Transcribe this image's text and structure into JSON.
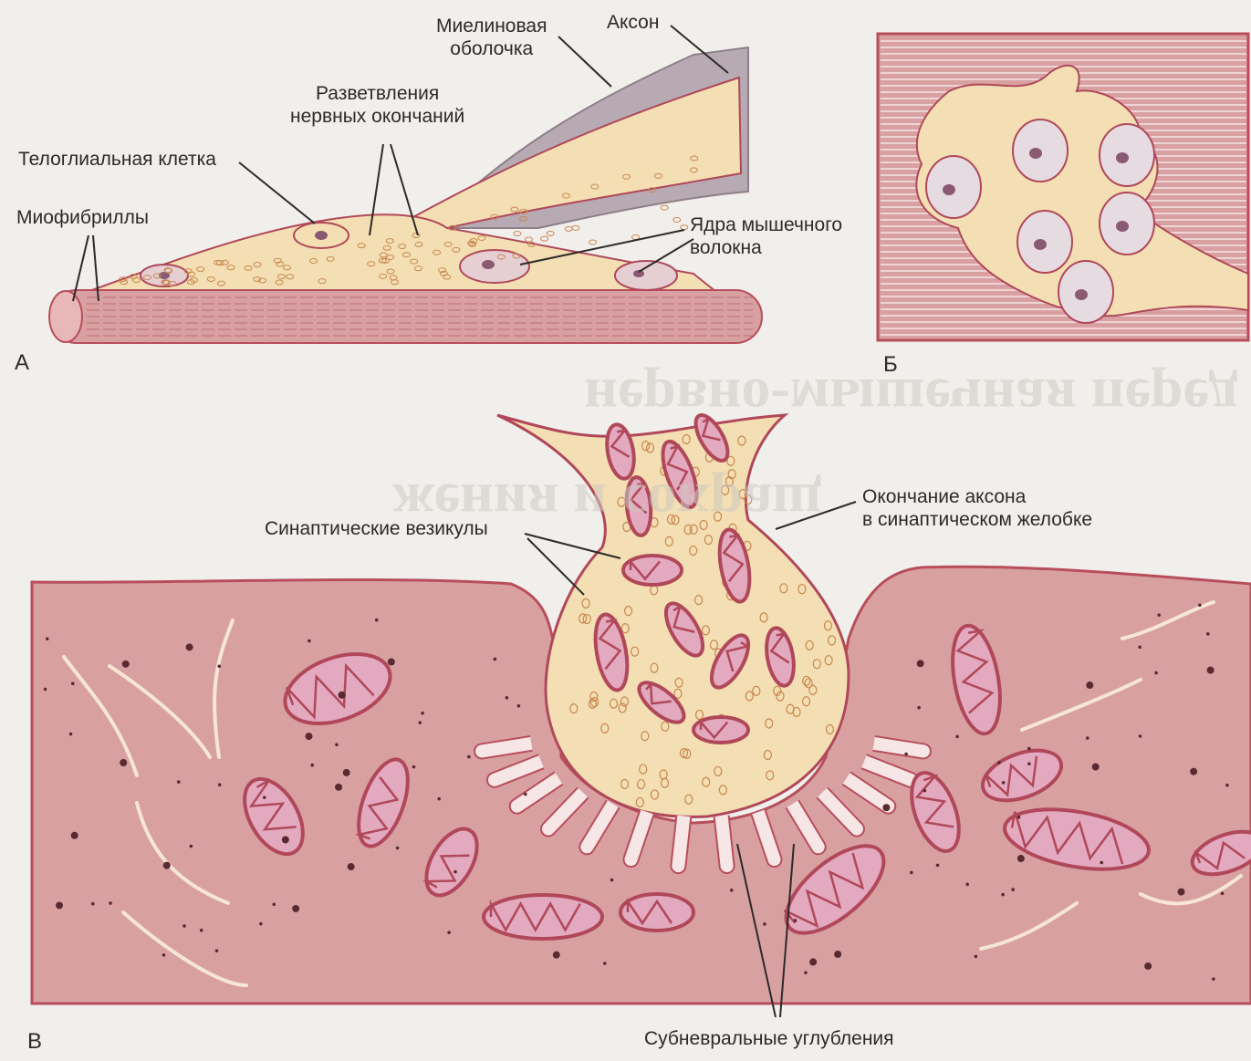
{
  "panels": {
    "a": {
      "letter": "А",
      "labels": {
        "myelin": "Миелиновая\nоболочка",
        "axon": "Аксон",
        "branches": "Разветвления\nнервных окончаний",
        "teloglial": "Телоглиальная клетка",
        "myofibrils": "Миофибриллы",
        "nuclei": "Ядра мышечного\nволокна"
      }
    },
    "b": {
      "letter": "Б"
    },
    "c": {
      "letter": "В",
      "labels": {
        "terminal": "Окончание аксона\nв синаптическом желобке",
        "vesicles": "Синаптические везикулы",
        "subneural": "Субневральные углубления"
      }
    }
  },
  "colors": {
    "muscle": "#d9a0a2",
    "muscle_dark": "#b84e5c",
    "axoplasm": "#f3dfb3",
    "myelin": "#b8aab3",
    "mito_fill": "#e3a9bf",
    "outline": "#b0485a"
  },
  "show_through_text": [
    "нервно-мышечная перед",
    "жения и сокращ"
  ]
}
